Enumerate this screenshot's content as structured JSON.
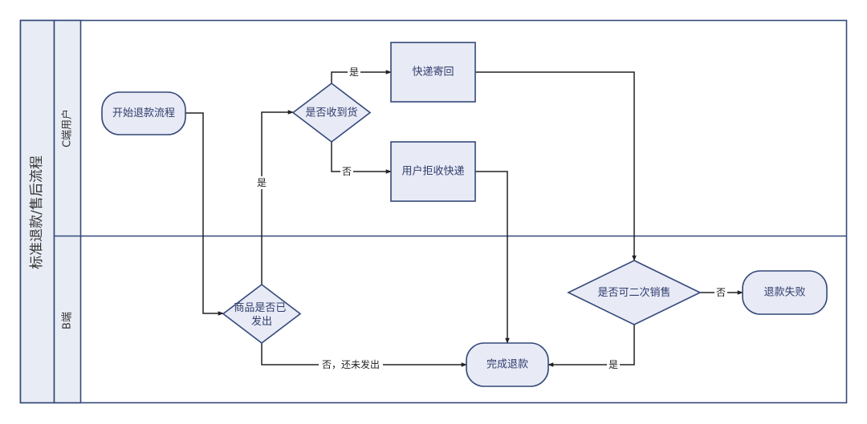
{
  "diagram": {
    "title": "标准退款/售后流程",
    "lanes": [
      {
        "label": "C端用户"
      },
      {
        "label": "B端"
      }
    ],
    "nodes": {
      "start": {
        "label": "开始退款流程"
      },
      "received_check": {
        "label": "是否收到货"
      },
      "ship_back": {
        "label": "快递寄回"
      },
      "user_reject": {
        "label": "用户拒收快递"
      },
      "shipped_check": {
        "lines": [
          "商品是否已",
          "发出"
        ]
      },
      "complete": {
        "label": "完成退款"
      },
      "resale_check": {
        "label": "是否可二次销售"
      },
      "fail": {
        "label": "退款失败"
      }
    },
    "edges": {
      "shipped_yes": {
        "label": "是"
      },
      "shipped_no": {
        "label": "否，还未发出"
      },
      "received_yes": {
        "label": "是"
      },
      "received_no": {
        "label": "否"
      },
      "resale_no": {
        "label": "否"
      },
      "resale_yes": {
        "label": "是"
      }
    }
  },
  "colors": {
    "border": "#34497a",
    "header-fill": "#e8ecf4",
    "node-fill": "#e8eaf5",
    "node-stroke": "#34497a",
    "node-text": "#2f3d6d",
    "edge": "#222222",
    "label-text": "#222222",
    "title-text": "#333333"
  }
}
